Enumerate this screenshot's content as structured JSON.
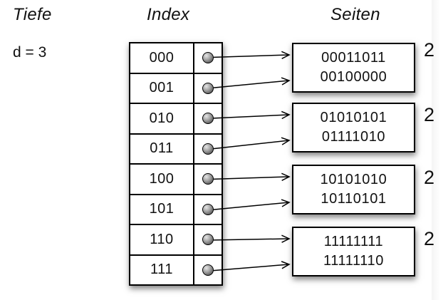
{
  "diagram": {
    "title_depth": "Tiefe",
    "depth_value": "d = 3",
    "title_index": "Index",
    "title_pages": "Seiten",
    "index_entries": [
      {
        "label": "000",
        "page": 0
      },
      {
        "label": "001",
        "page": 0
      },
      {
        "label": "010",
        "page": 1
      },
      {
        "label": "011",
        "page": 1
      },
      {
        "label": "100",
        "page": 2
      },
      {
        "label": "101",
        "page": 2
      },
      {
        "label": "110",
        "page": 3
      },
      {
        "label": "111",
        "page": 3
      }
    ],
    "pages": [
      {
        "lines": [
          "00011011",
          "00100000"
        ],
        "local_depth": "2"
      },
      {
        "lines": [
          "01010101",
          "01111010"
        ],
        "local_depth": "2"
      },
      {
        "lines": [
          "10101010",
          "10110101"
        ],
        "local_depth": "2"
      },
      {
        "lines": [
          "11111111",
          "11111110"
        ],
        "local_depth": "2"
      }
    ],
    "icons": {
      "pointer": "pointer-ball-icon",
      "arrow": "arrow-right-icon"
    },
    "colors": {
      "line": "#000000",
      "box_background": "#ffffff",
      "ball_gray": "#8f8f8f"
    }
  }
}
